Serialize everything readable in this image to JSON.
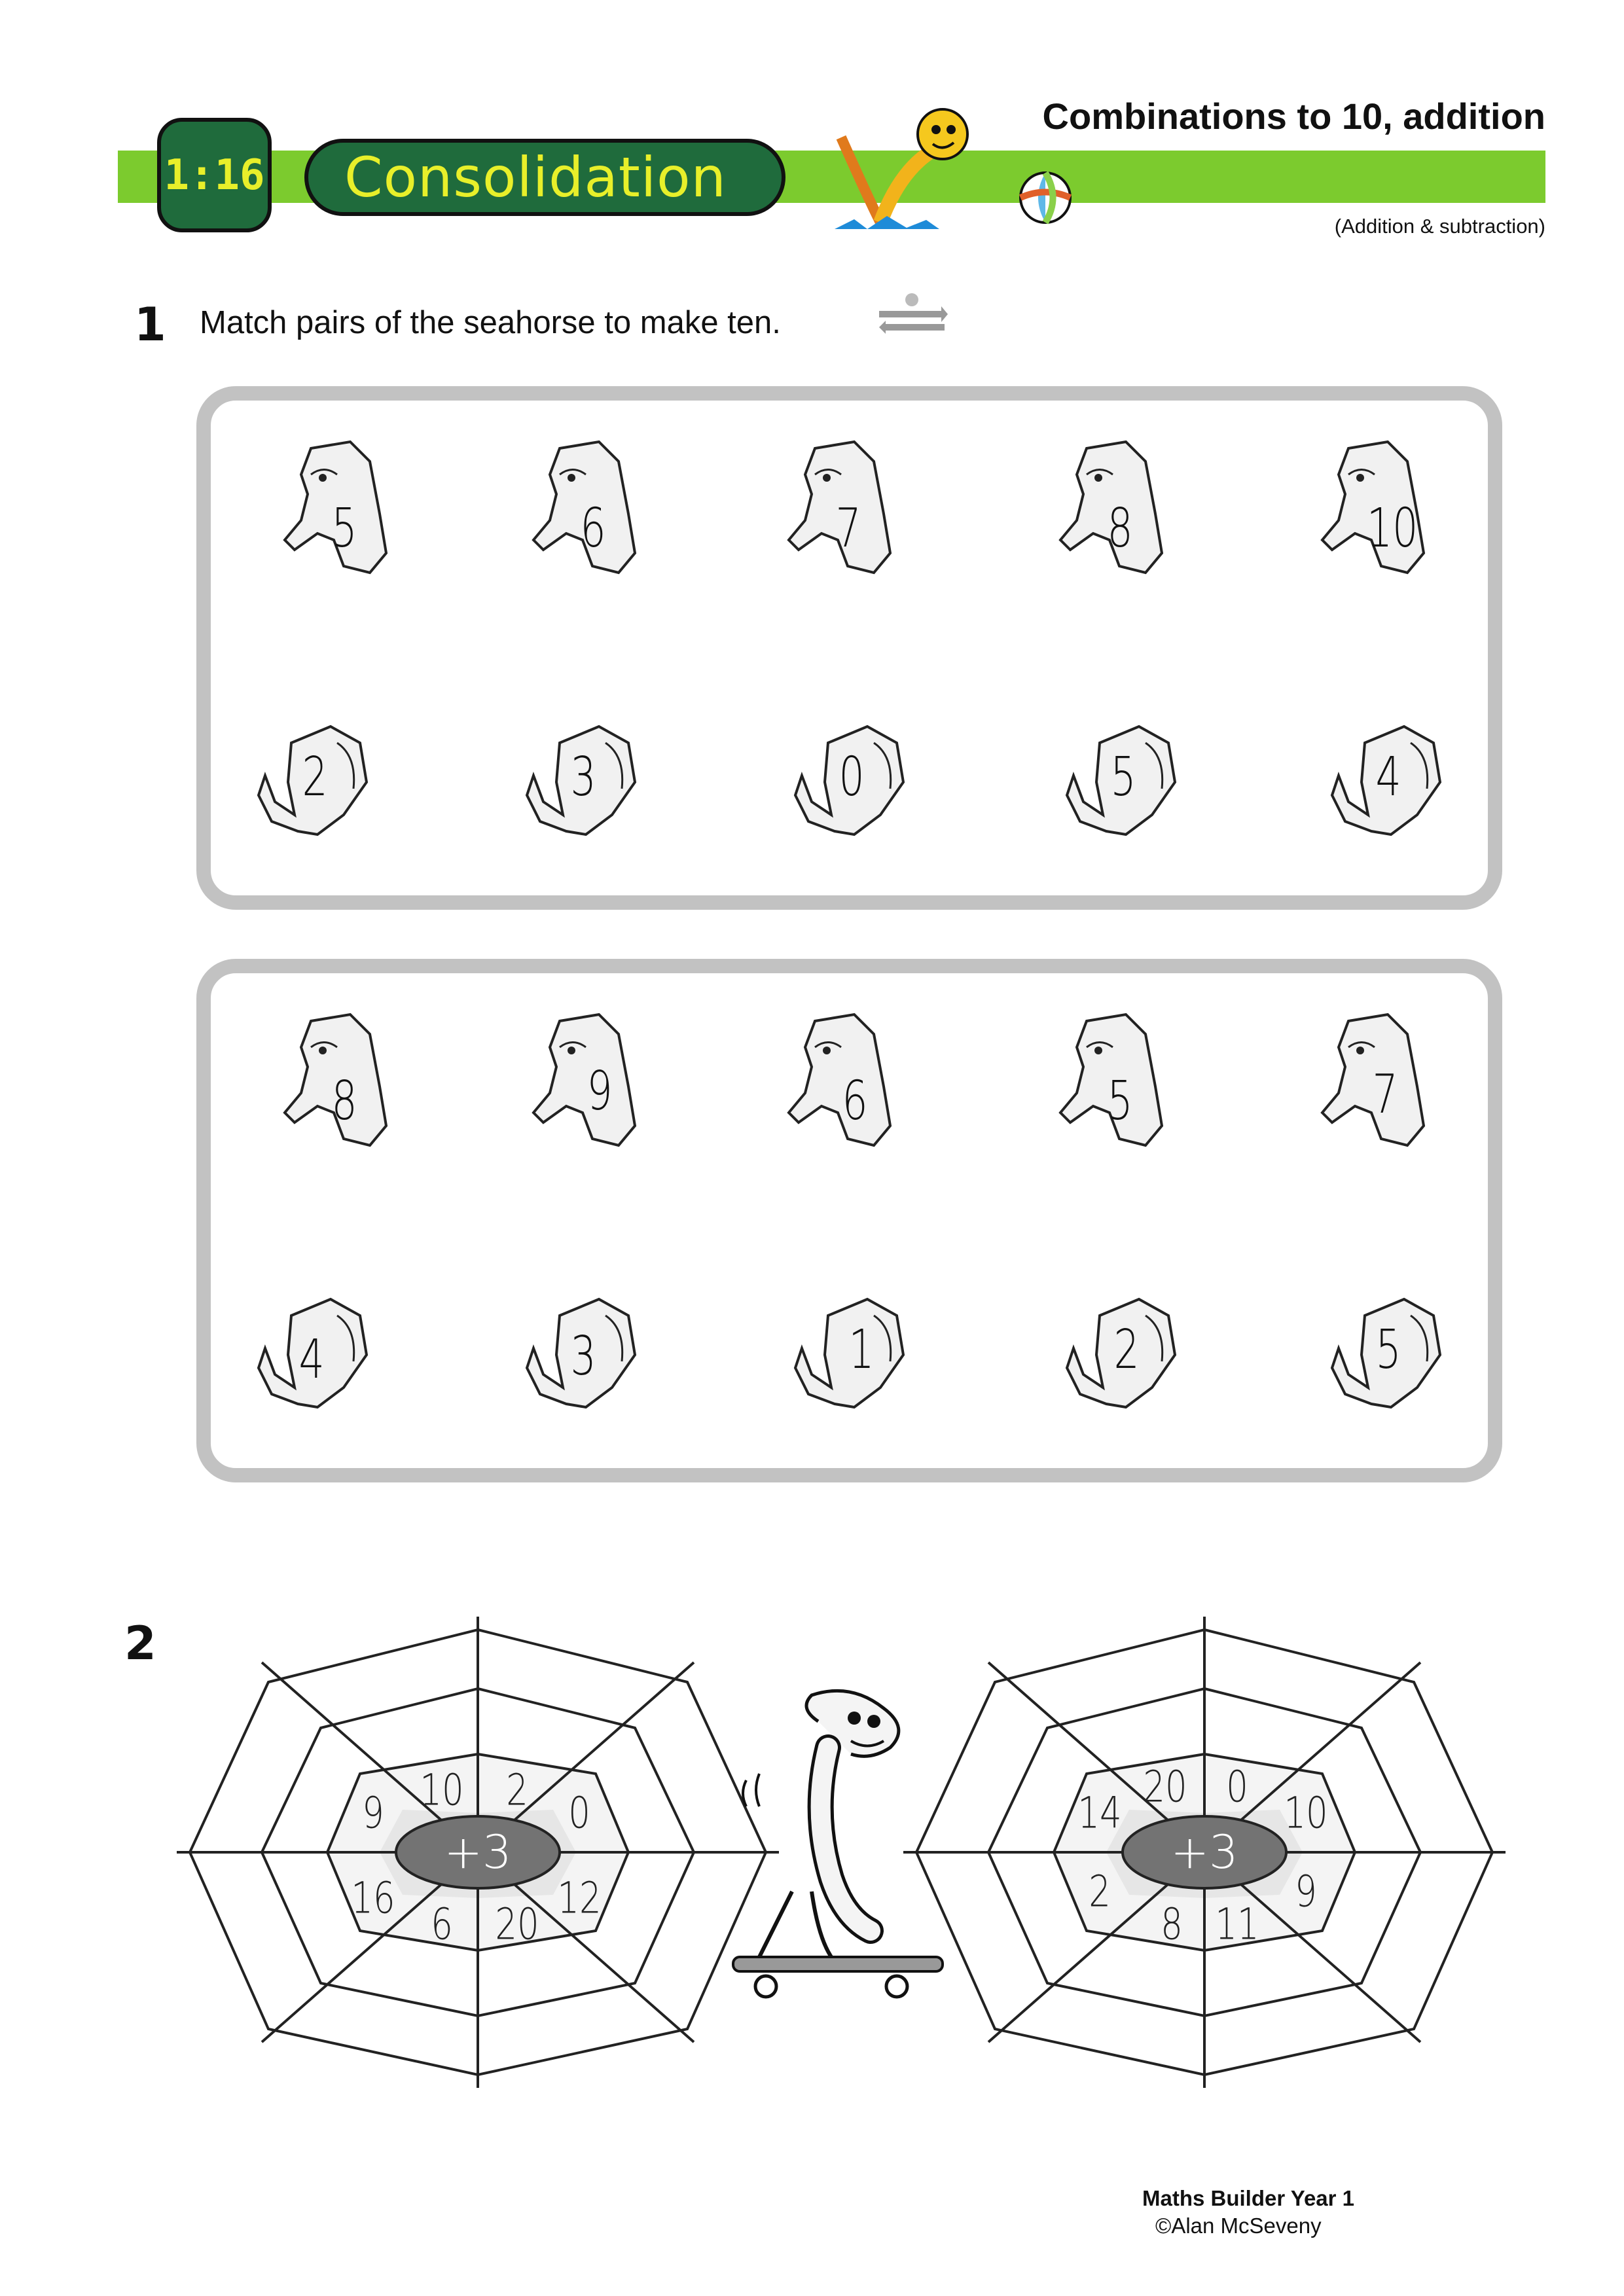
{
  "header": {
    "lesson_code": "1:16",
    "title": "Consolidation",
    "topic": "Combinations to 10, addition",
    "strand": "(Addition & subtraction)",
    "colors": {
      "band": "#7ccb2e",
      "badge": "#1f6b3c",
      "badge_text": "#e8ef2a"
    }
  },
  "question1": {
    "number": "1",
    "instruction": "Match pairs of the seahorse to make ten.",
    "sets": [
      {
        "heads": [
          "5",
          "6",
          "7",
          "8",
          "10"
        ],
        "tails": [
          "2",
          "3",
          "0",
          "5",
          "4"
        ]
      },
      {
        "heads": [
          "8",
          "9",
          "6",
          "5",
          "7"
        ],
        "tails": [
          "4",
          "3",
          "1",
          "2",
          "5"
        ]
      }
    ]
  },
  "question2": {
    "number": "2",
    "webs": [
      {
        "center": "+3",
        "numbers": [
          "10",
          "2",
          "0",
          "12",
          "20",
          "6",
          "16",
          "9"
        ]
      },
      {
        "center": "+3",
        "numbers": [
          "20",
          "0",
          "10",
          "9",
          "11",
          "8",
          "2",
          "14"
        ]
      }
    ]
  },
  "footer": {
    "book": "Maths Builder Year 1",
    "copyright": "©Alan McSeveny"
  }
}
